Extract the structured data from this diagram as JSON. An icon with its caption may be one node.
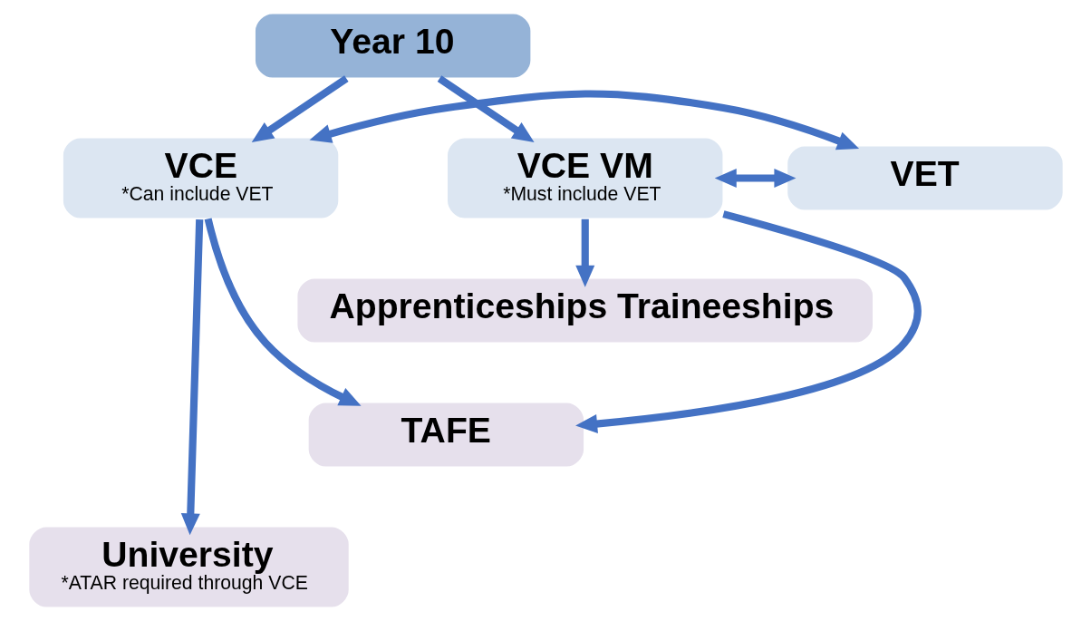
{
  "diagram": {
    "nodes": [
      {
        "text": [
          "Year 10"
        ]
      },
      {
        "text": [
          "VCE",
          "*Can include VET"
        ]
      },
      {
        "text": [
          "VET"
        ]
      },
      {
        "text": [
          "VCE VM",
          "*Must include VET"
        ]
      },
      {
        "text": [
          "Apprenticeships Traineeships"
        ]
      },
      {
        "text": [
          "TAFE"
        ]
      },
      {
        "text": [
          "University",
          "*ATAR required through VCE"
        ]
      }
    ],
    "edges": [
      {
        "from": 0,
        "to": 1,
        "arrow": "to"
      },
      {
        "from": 0,
        "to": 3,
        "arrow": "to"
      },
      {
        "from": 1,
        "to": 2,
        "arrow": "both"
      },
      {
        "from": 2,
        "to": 3,
        "arrow": "both"
      },
      {
        "from": 3,
        "to": 4,
        "arrow": "to"
      },
      {
        "from": 3,
        "to": 5,
        "arrow": "to"
      },
      {
        "from": 1,
        "to": 5,
        "arrow": "to"
      },
      {
        "from": 1,
        "to": 6,
        "arrow": "to"
      }
    ]
  }
}
